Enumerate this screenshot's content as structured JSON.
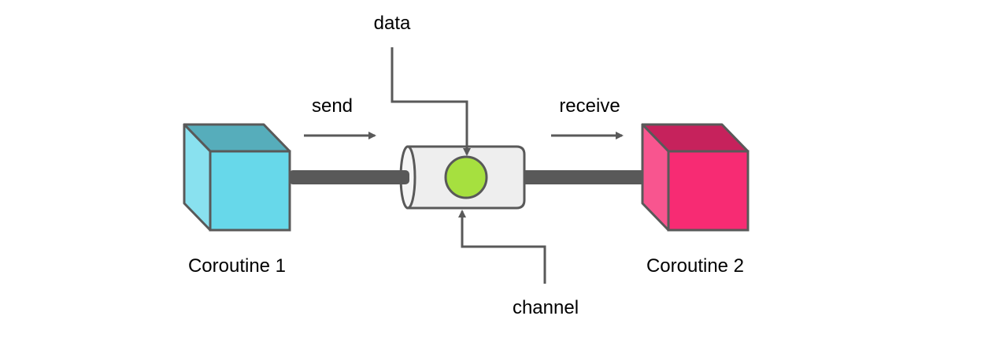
{
  "diagram": {
    "labels": {
      "data": "data",
      "send": "send",
      "receive": "receive",
      "channel": "channel",
      "coroutine1": "Coroutine 1",
      "coroutine2": "Coroutine 2"
    },
    "colors": {
      "stroke": "#595959",
      "coroutine1_front": "#67d8ea",
      "coroutine1_side": "#89e1ef",
      "coroutine1_top": "#56adbb",
      "coroutine2_front": "#f72b73",
      "coroutine2_side": "#f8558f",
      "coroutine2_top": "#c6225c",
      "channel_body": "#eeeeee",
      "channel_cap": "#f5f5f5",
      "data_ball": "#a6e03f"
    }
  }
}
